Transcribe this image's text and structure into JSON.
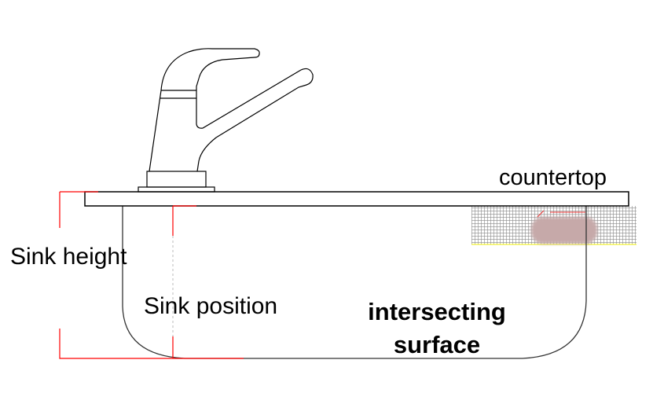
{
  "labels": {
    "sink_height": "Sink height",
    "sink_position": "Sink position",
    "countertop": "countertop",
    "intersecting_line1": "intersecting",
    "intersecting_line2": "surface"
  },
  "colors": {
    "outline": "#000000",
    "dimension": "#ff0000",
    "grid": "#8a8a8a"
  }
}
